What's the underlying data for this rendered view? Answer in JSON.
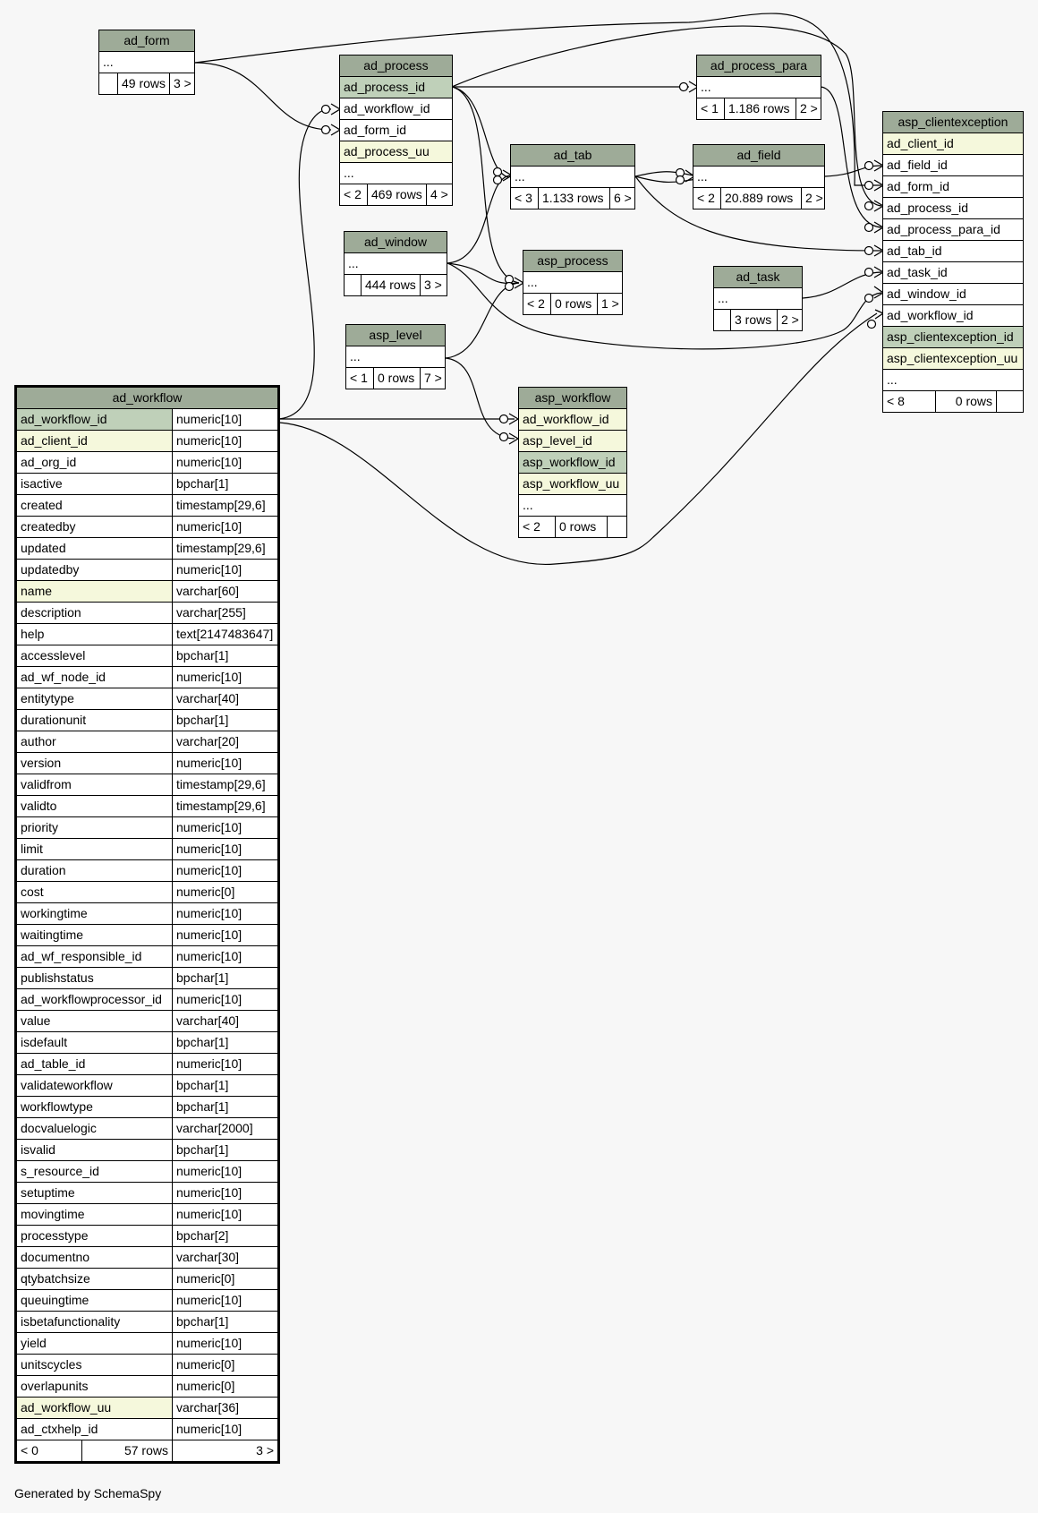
{
  "footer": {
    "generator": "Generated by SchemaSpy"
  },
  "tables": {
    "ad_form": {
      "name": "ad_form",
      "columns": [
        {
          "name": "...",
          "style": "plain"
        }
      ],
      "footer": [
        "",
        "49 rows",
        "3 >"
      ]
    },
    "ad_process": {
      "name": "ad_process",
      "columns": [
        {
          "name": "ad_process_id",
          "style": "pk"
        },
        {
          "name": "ad_workflow_id",
          "style": "plain"
        },
        {
          "name": "ad_form_id",
          "style": "plain"
        },
        {
          "name": "ad_process_uu",
          "style": "uk"
        },
        {
          "name": "...",
          "style": "plain"
        }
      ],
      "footer": [
        "< 2",
        "469 rows",
        "4 >"
      ]
    },
    "ad_process_para": {
      "name": "ad_process_para",
      "columns": [
        {
          "name": "...",
          "style": "plain"
        }
      ],
      "footer": [
        "< 1",
        "1.186 rows",
        "2 >"
      ]
    },
    "ad_tab": {
      "name": "ad_tab",
      "columns": [
        {
          "name": "...",
          "style": "plain"
        }
      ],
      "footer": [
        "< 3",
        "1.133 rows",
        "6 >"
      ]
    },
    "ad_field": {
      "name": "ad_field",
      "columns": [
        {
          "name": "...",
          "style": "plain"
        }
      ],
      "footer": [
        "< 2",
        "20.889 rows",
        "2 >"
      ]
    },
    "ad_window": {
      "name": "ad_window",
      "columns": [
        {
          "name": "...",
          "style": "plain"
        }
      ],
      "footer": [
        "",
        "444 rows",
        "3 >"
      ]
    },
    "asp_process": {
      "name": "asp_process",
      "columns": [
        {
          "name": "...",
          "style": "plain"
        }
      ],
      "footer": [
        "< 2",
        "0 rows",
        "1 >"
      ]
    },
    "ad_task": {
      "name": "ad_task",
      "columns": [
        {
          "name": "...",
          "style": "plain"
        }
      ],
      "footer": [
        "",
        "3 rows",
        "2 >"
      ]
    },
    "asp_level": {
      "name": "asp_level",
      "columns": [
        {
          "name": "...",
          "style": "plain"
        }
      ],
      "footer": [
        "< 1",
        "0 rows",
        "7 >"
      ]
    },
    "asp_workflow": {
      "name": "asp_workflow",
      "columns": [
        {
          "name": "ad_workflow_id",
          "style": "uk"
        },
        {
          "name": "asp_level_id",
          "style": "uk"
        },
        {
          "name": "asp_workflow_id",
          "style": "pk"
        },
        {
          "name": "asp_workflow_uu",
          "style": "uk"
        },
        {
          "name": "...",
          "style": "plain"
        }
      ],
      "footer": [
        "< 2",
        "0 rows",
        ""
      ]
    },
    "asp_clientexception": {
      "name": "asp_clientexception",
      "columns": [
        {
          "name": "ad_client_id",
          "style": "uk"
        },
        {
          "name": "ad_field_id",
          "style": "plain"
        },
        {
          "name": "ad_form_id",
          "style": "plain"
        },
        {
          "name": "ad_process_id",
          "style": "plain"
        },
        {
          "name": "ad_process_para_id",
          "style": "plain"
        },
        {
          "name": "ad_tab_id",
          "style": "plain"
        },
        {
          "name": "ad_task_id",
          "style": "plain"
        },
        {
          "name": "ad_window_id",
          "style": "plain"
        },
        {
          "name": "ad_workflow_id",
          "style": "plain"
        },
        {
          "name": "asp_clientexception_id",
          "style": "pk"
        },
        {
          "name": "asp_clientexception_uu",
          "style": "uk"
        },
        {
          "name": "...",
          "style": "plain"
        }
      ],
      "footer": [
        "< 8",
        "0 rows",
        ""
      ]
    },
    "ad_workflow": {
      "name": "ad_workflow",
      "columns": [
        {
          "name": "ad_workflow_id",
          "type": "numeric[10]",
          "style": "pk"
        },
        {
          "name": "ad_client_id",
          "type": "numeric[10]",
          "style": "uk"
        },
        {
          "name": "ad_org_id",
          "type": "numeric[10]",
          "style": "plain"
        },
        {
          "name": "isactive",
          "type": "bpchar[1]",
          "style": "plain"
        },
        {
          "name": "created",
          "type": "timestamp[29,6]",
          "style": "plain"
        },
        {
          "name": "createdby",
          "type": "numeric[10]",
          "style": "plain"
        },
        {
          "name": "updated",
          "type": "timestamp[29,6]",
          "style": "plain"
        },
        {
          "name": "updatedby",
          "type": "numeric[10]",
          "style": "plain"
        },
        {
          "name": "name",
          "type": "varchar[60]",
          "style": "uk"
        },
        {
          "name": "description",
          "type": "varchar[255]",
          "style": "plain"
        },
        {
          "name": "help",
          "type": "text[2147483647]",
          "style": "plain"
        },
        {
          "name": "accesslevel",
          "type": "bpchar[1]",
          "style": "plain"
        },
        {
          "name": "ad_wf_node_id",
          "type": "numeric[10]",
          "style": "plain"
        },
        {
          "name": "entitytype",
          "type": "varchar[40]",
          "style": "plain"
        },
        {
          "name": "durationunit",
          "type": "bpchar[1]",
          "style": "plain"
        },
        {
          "name": "author",
          "type": "varchar[20]",
          "style": "plain"
        },
        {
          "name": "version",
          "type": "numeric[10]",
          "style": "plain"
        },
        {
          "name": "validfrom",
          "type": "timestamp[29,6]",
          "style": "plain"
        },
        {
          "name": "validto",
          "type": "timestamp[29,6]",
          "style": "plain"
        },
        {
          "name": "priority",
          "type": "numeric[10]",
          "style": "plain"
        },
        {
          "name": "limit",
          "type": "numeric[10]",
          "style": "plain"
        },
        {
          "name": "duration",
          "type": "numeric[10]",
          "style": "plain"
        },
        {
          "name": "cost",
          "type": "numeric[0]",
          "style": "plain"
        },
        {
          "name": "workingtime",
          "type": "numeric[10]",
          "style": "plain"
        },
        {
          "name": "waitingtime",
          "type": "numeric[10]",
          "style": "plain"
        },
        {
          "name": "ad_wf_responsible_id",
          "type": "numeric[10]",
          "style": "plain"
        },
        {
          "name": "publishstatus",
          "type": "bpchar[1]",
          "style": "plain"
        },
        {
          "name": "ad_workflowprocessor_id",
          "type": "numeric[10]",
          "style": "plain"
        },
        {
          "name": "value",
          "type": "varchar[40]",
          "style": "plain"
        },
        {
          "name": "isdefault",
          "type": "bpchar[1]",
          "style": "plain"
        },
        {
          "name": "ad_table_id",
          "type": "numeric[10]",
          "style": "plain"
        },
        {
          "name": "validateworkflow",
          "type": "bpchar[1]",
          "style": "plain"
        },
        {
          "name": "workflowtype",
          "type": "bpchar[1]",
          "style": "plain"
        },
        {
          "name": "docvaluelogic",
          "type": "varchar[2000]",
          "style": "plain"
        },
        {
          "name": "isvalid",
          "type": "bpchar[1]",
          "style": "plain"
        },
        {
          "name": "s_resource_id",
          "type": "numeric[10]",
          "style": "plain"
        },
        {
          "name": "setuptime",
          "type": "numeric[10]",
          "style": "plain"
        },
        {
          "name": "movingtime",
          "type": "numeric[10]",
          "style": "plain"
        },
        {
          "name": "processtype",
          "type": "bpchar[2]",
          "style": "plain"
        },
        {
          "name": "documentno",
          "type": "varchar[30]",
          "style": "plain"
        },
        {
          "name": "qtybatchsize",
          "type": "numeric[0]",
          "style": "plain"
        },
        {
          "name": "queuingtime",
          "type": "numeric[10]",
          "style": "plain"
        },
        {
          "name": "isbetafunctionality",
          "type": "bpchar[1]",
          "style": "plain"
        },
        {
          "name": "yield",
          "type": "numeric[10]",
          "style": "plain"
        },
        {
          "name": "unitscycles",
          "type": "numeric[0]",
          "style": "plain"
        },
        {
          "name": "overlapunits",
          "type": "numeric[0]",
          "style": "plain"
        },
        {
          "name": "ad_workflow_uu",
          "type": "varchar[36]",
          "style": "uk"
        },
        {
          "name": "ad_ctxhelp_id",
          "type": "numeric[10]",
          "style": "plain"
        }
      ],
      "footer": [
        "< 0",
        "57 rows",
        "3 >"
      ]
    }
  },
  "relationships": [
    {
      "from": "ad_form",
      "to": "ad_process.ad_form_id"
    },
    {
      "from": "ad_form",
      "to": "asp_clientexception.ad_form_id"
    },
    {
      "from": "ad_workflow.ad_workflow_id",
      "to": "ad_process.ad_workflow_id"
    },
    {
      "from": "ad_workflow.ad_workflow_id",
      "to": "asp_workflow.ad_workflow_id"
    },
    {
      "from": "ad_workflow.ad_workflow_id",
      "to": "asp_clientexception.ad_workflow_id"
    },
    {
      "from": "ad_process.ad_process_id",
      "to": "ad_process_para"
    },
    {
      "from": "ad_process.ad_process_id",
      "to": "ad_tab"
    },
    {
      "from": "ad_process.ad_process_id",
      "to": "asp_process"
    },
    {
      "from": "ad_process.ad_process_id",
      "to": "asp_clientexception.ad_process_id"
    },
    {
      "from": "ad_process_para",
      "to": "asp_clientexception.ad_process_para_id"
    },
    {
      "from": "ad_tab",
      "to": "ad_field"
    },
    {
      "from": "ad_tab",
      "to": "asp_clientexception.ad_tab_id"
    },
    {
      "from": "ad_field",
      "to": "asp_clientexception.ad_field_id"
    },
    {
      "from": "ad_window",
      "to": "ad_tab"
    },
    {
      "from": "ad_window",
      "to": "asp_process"
    },
    {
      "from": "ad_window",
      "to": "asp_clientexception.ad_window_id"
    },
    {
      "from": "ad_task",
      "to": "asp_clientexception.ad_task_id"
    },
    {
      "from": "asp_level",
      "to": "asp_process"
    },
    {
      "from": "asp_level",
      "to": "asp_workflow.asp_level_id"
    }
  ]
}
